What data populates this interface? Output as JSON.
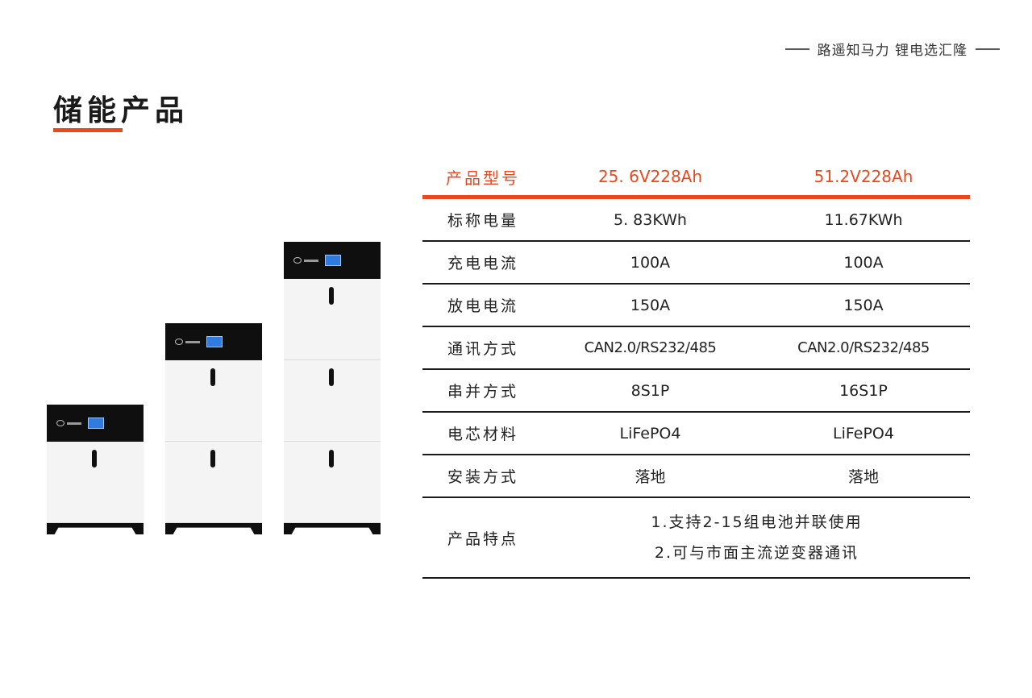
{
  "header": {
    "tagline": "路遥知马力 锂电选汇隆",
    "title": "储能产品"
  },
  "colors": {
    "accent": "#e8491e",
    "lcd": "#2f7be0",
    "unit_body": "#f4f4f4",
    "unit_top": "#0f0f0f"
  },
  "products_image": {
    "units": [
      {
        "modules": 1
      },
      {
        "modules": 2
      },
      {
        "modules": 3
      }
    ]
  },
  "spec_table": {
    "header": [
      "产品型号",
      "25. 6V228Ah",
      "51.2V228Ah"
    ],
    "rows": [
      {
        "label": "标称电量",
        "v1": "5. 83KWh",
        "v2": "11.67KWh"
      },
      {
        "label": "充电电流",
        "v1": "100A",
        "v2": "100A"
      },
      {
        "label": "放电电流",
        "v1": "150A",
        "v2": "150A"
      },
      {
        "label": "通讯方式",
        "v1": "CAN2.0/RS232/485",
        "v2": "CAN2.0/RS232/485"
      },
      {
        "label": "串并方式",
        "v1": "8S1P",
        "v2": "16S1P"
      },
      {
        "label": "电芯材料",
        "v1": "LiFePO4",
        "v2": "LiFePO4"
      },
      {
        "label": "安装方式",
        "v1": "落地",
        "v2": "落地"
      }
    ],
    "features": {
      "label": "产品特点",
      "items": [
        "1.支持2-15组电池并联使用",
        "2.可与市面主流逆变器通讯"
      ]
    }
  }
}
